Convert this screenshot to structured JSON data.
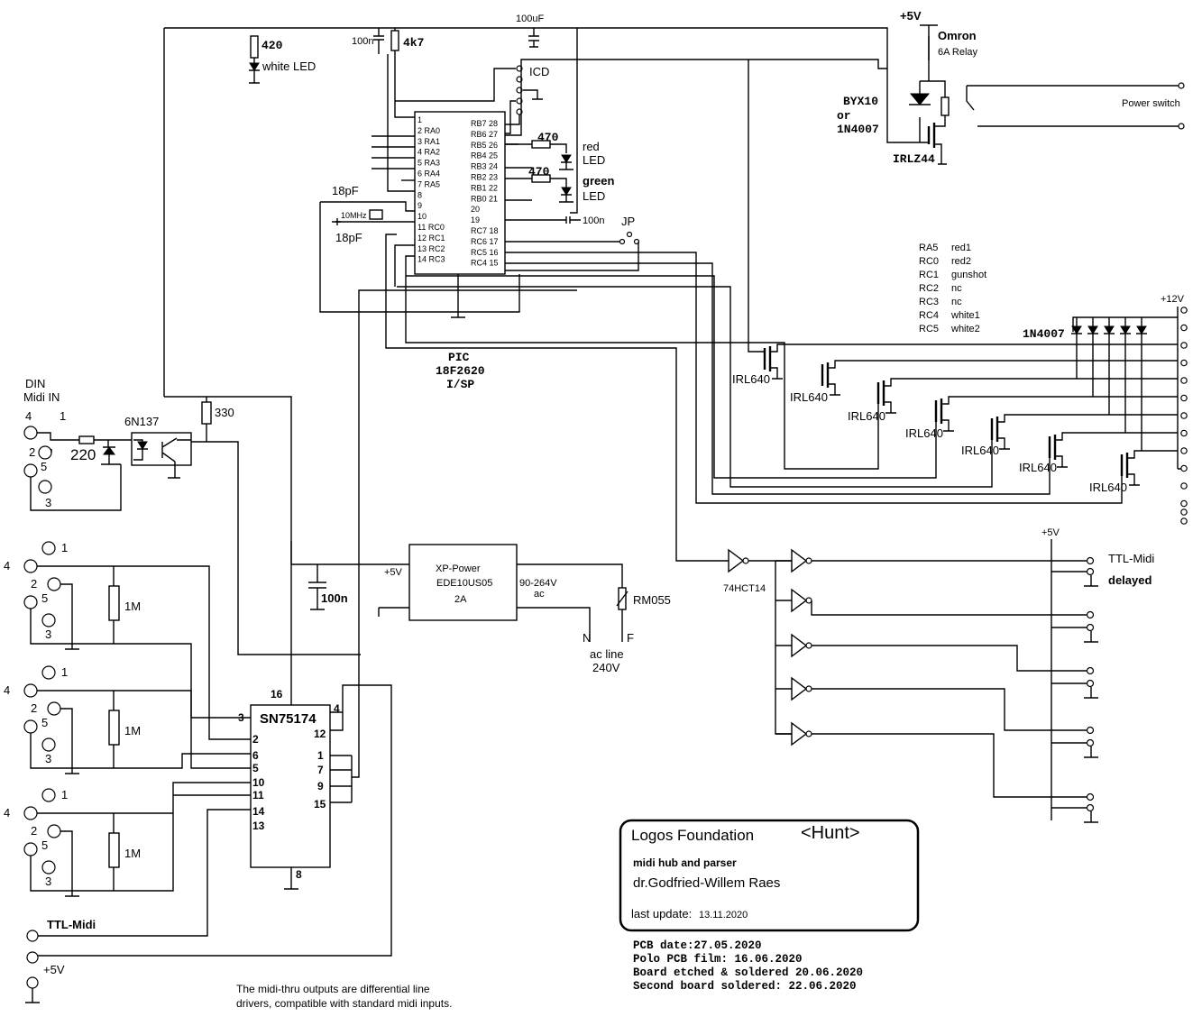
{
  "supply": {
    "vcc": "+5V",
    "v12": "+12V"
  },
  "relay": {
    "maker": "Omron",
    "rating": "6A Relay",
    "switch_label": "Power switch",
    "diode": "BYX10",
    "or_label": "or",
    "diode_alt": "1N4007",
    "mosfet": "IRLZ44"
  },
  "top_parts": {
    "r_led": "420",
    "white_led": "white LED",
    "cap_100n": "100n",
    "r_4k7": "4k7",
    "cap_100u": "100uF",
    "icd": "ICD"
  },
  "pic": {
    "name": "PIC",
    "part": "18F2620",
    "pkg": "I/SP",
    "left_pins": [
      "1",
      "2 RA0",
      "3 RA1",
      "4 RA2",
      "5 RA3",
      "6 RA4",
      "7 RA5",
      "8",
      "9",
      "10",
      "11 RC0",
      "12 RC1",
      "13 RC2",
      "14 RC3"
    ],
    "right_pins": [
      "RB7 28",
      "RB6 27",
      "RB5 26",
      "RB4 25",
      "RB3 24",
      "RB2 23",
      "RB1 22",
      "RB0 21",
      "20",
      "19",
      "RC7 18",
      "RC6 17",
      "RC5 16",
      "RC4 15"
    ],
    "xtal": "10MHz",
    "cap_top": "18pF",
    "cap_bot": "18pF",
    "cap_100n": "100n",
    "jumper": "JP"
  },
  "leds": {
    "r1": "470",
    "red": "red",
    "r2": "470",
    "green": "green",
    "led": "LED"
  },
  "port_map": [
    {
      "pin": "RA5",
      "fn": "red1"
    },
    {
      "pin": "RC0",
      "fn": "red2"
    },
    {
      "pin": "RC1",
      "fn": "gunshot"
    },
    {
      "pin": "RC2",
      "fn": "nc"
    },
    {
      "pin": "RC3",
      "fn": "nc"
    },
    {
      "pin": "RC4",
      "fn": "white1"
    },
    {
      "pin": "RC5",
      "fn": "white2"
    }
  ],
  "outputs": {
    "diode": "1N4007",
    "mosfets": [
      "IRL640",
      "IRL640",
      "IRL640",
      "IRL640",
      "IRL640",
      "IRL640",
      "IRL640"
    ]
  },
  "midi_in": {
    "din": "DIN",
    "label": "Midi IN",
    "pins": [
      "4",
      "1",
      "2",
      "5",
      "3"
    ],
    "resistor": "220",
    "opto": "6N137",
    "pullup": "330"
  },
  "midi_thru": [
    {
      "pins": [
        "1",
        "4",
        "2",
        "5",
        "3"
      ],
      "res": "1M"
    },
    {
      "pins": [
        "1",
        "4",
        "2",
        "5",
        "3"
      ],
      "res": "1M"
    },
    {
      "pins": [
        "1",
        "4",
        "2",
        "5",
        "3"
      ],
      "res": "1M"
    }
  ],
  "driver": {
    "name": "SN75174",
    "left_pins": [
      "3",
      "2",
      "6",
      "5",
      "10",
      "11",
      "14",
      "13"
    ],
    "right_pins": [
      "4",
      "12",
      "1",
      "7",
      "9",
      "15"
    ],
    "top_pin": "16",
    "bottom_pin": "8"
  },
  "power": {
    "name": "XP-Power",
    "part": "EDE10US05",
    "amps": "2A",
    "out": "+5V",
    "in": "90-264V",
    "ac": "ac",
    "cap": "100n",
    "varistor": "RM055",
    "n": "N",
    "f": "F",
    "line": "ac line",
    "line_v": "240V"
  },
  "ttl_out": {
    "vcc": "+5V",
    "label": "TTL-Midi",
    "delayed": "delayed",
    "gate": "74HCT14"
  },
  "ttl_in": {
    "label": "TTL-Midi",
    "vcc": "+5V"
  },
  "note": [
    "The midi-thru outputs are differential line",
    "drivers, compatible with standard midi inputs."
  ],
  "title_block": {
    "org": "Logos Foundation",
    "project": "<Hunt>",
    "desc": "midi hub and parser",
    "author": "dr.Godfried-Willem Raes",
    "update": "last update:",
    "update_date": "13.11.2020"
  },
  "history": [
    "PCB date:27.05.2020",
    "Polo PCB film: 16.06.2020",
    "Board etched & soldered 20.06.2020",
    "Second board soldered: 22.06.2020"
  ]
}
